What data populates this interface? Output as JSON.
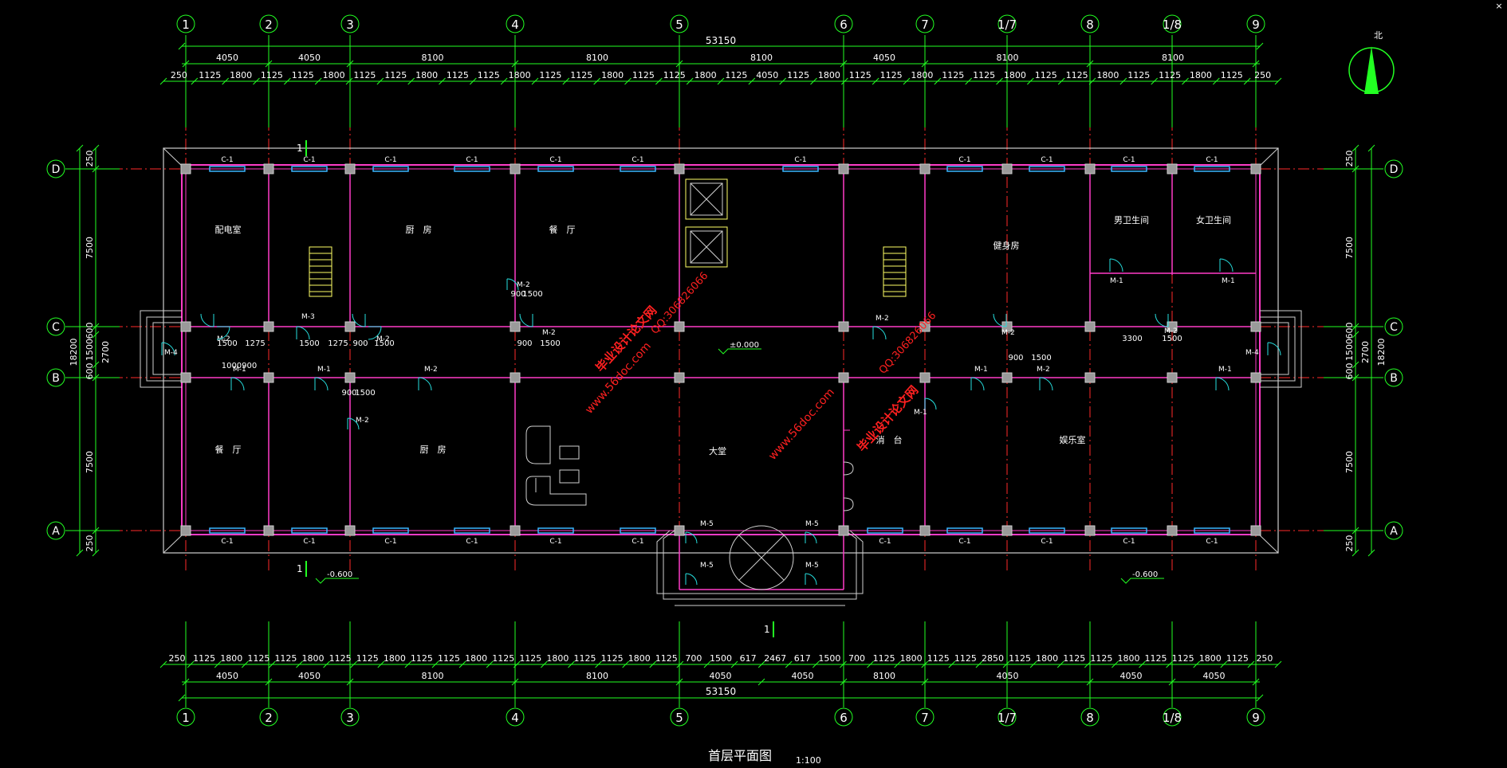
{
  "drawing": {
    "title": "首层平面图",
    "scale": "1:100",
    "north_label": "北",
    "axes_x": [
      "1",
      "2",
      "3",
      "4",
      "5",
      "6",
      "7",
      "1/7",
      "8",
      "1/8",
      "9"
    ],
    "axes_y": [
      "D",
      "C",
      "B",
      "A"
    ],
    "top_dims": {
      "total": "53150",
      "row2": [
        "4050",
        "4050",
        "8100",
        "8100",
        "8100",
        "4050",
        "8100",
        "8100"
      ],
      "row3": [
        "250",
        "1125",
        "1800",
        "1125",
        "1125",
        "1800",
        "1125",
        "1125",
        "1800",
        "1125",
        "1125",
        "1800",
        "1125",
        "1125",
        "1800",
        "1125",
        "1125",
        "1800",
        "1125",
        "4050",
        "1125",
        "1800",
        "1125",
        "1125",
        "1800",
        "1125",
        "1125",
        "1800",
        "1125",
        "1125",
        "1800",
        "1125",
        "1125",
        "1800",
        "1125",
        "250"
      ]
    },
    "bottom_dims": {
      "total": "53150",
      "row2": [
        "4050",
        "4050",
        "8100",
        "8100",
        "4050",
        "4050",
        "8100",
        "4050",
        "4050",
        "4050"
      ],
      "row3": [
        "250",
        "1125",
        "1800",
        "1125",
        "1125",
        "1800",
        "1125",
        "1125",
        "1800",
        "1125",
        "1125",
        "1800",
        "1125",
        "1125",
        "1800",
        "1125",
        "1125",
        "1800",
        "1125",
        "700",
        "1500",
        "617",
        "2467",
        "617",
        "1500",
        "700",
        "1125",
        "1800",
        "1125",
        "1125",
        "2850",
        "1125",
        "1800",
        "1125",
        "1125",
        "1800",
        "1125",
        "1125",
        "1800",
        "1125",
        "250"
      ]
    },
    "left_dims": {
      "total": "18200",
      "parts": [
        "250",
        "7500",
        "600",
        "1500",
        "600",
        "2700",
        "7500",
        "250"
      ]
    },
    "right_dims": {
      "total": "18200",
      "parts": [
        "250",
        "7500",
        "600",
        "1500",
        "600",
        "2700",
        "7500",
        "250"
      ]
    },
    "rooms": [
      "配电室",
      "厨　房",
      "餐　厅",
      "健身房",
      "男卫生间",
      "女卫生间",
      "餐　厅",
      "厨　房",
      "大堂",
      "消　台",
      "娱乐室"
    ],
    "elevations": [
      "±0.000",
      "-0.600",
      "-0.600"
    ],
    "section_marks": [
      "1",
      "1",
      "1"
    ],
    "labels": {
      "window": "C-1",
      "door1": "M-1",
      "door2": "M-2",
      "door3": "M-3",
      "door4": "M-4",
      "door5": "M-5"
    },
    "corridor_dims": [
      "1500",
      "1275",
      "1000900",
      "1500",
      "1275",
      "900",
      "1500",
      "900",
      "1500",
      "3300",
      "1500",
      "900",
      "1500",
      "900",
      "1500",
      "900",
      "1500"
    ],
    "watermarks": [
      "毕业设计论文网",
      "www.56doc.com",
      "QQ:306826066",
      "毕业设计论文网",
      "www.56doc.com",
      "QQ:306826066"
    ],
    "colors": {
      "wall": "#ff3cc8",
      "axis": "#ff2a2a",
      "dim": "#22ff22",
      "text": "#ffffff",
      "room": "#26e0e0",
      "window": "#3ab5ff",
      "watermark": "#ff2020"
    }
  }
}
